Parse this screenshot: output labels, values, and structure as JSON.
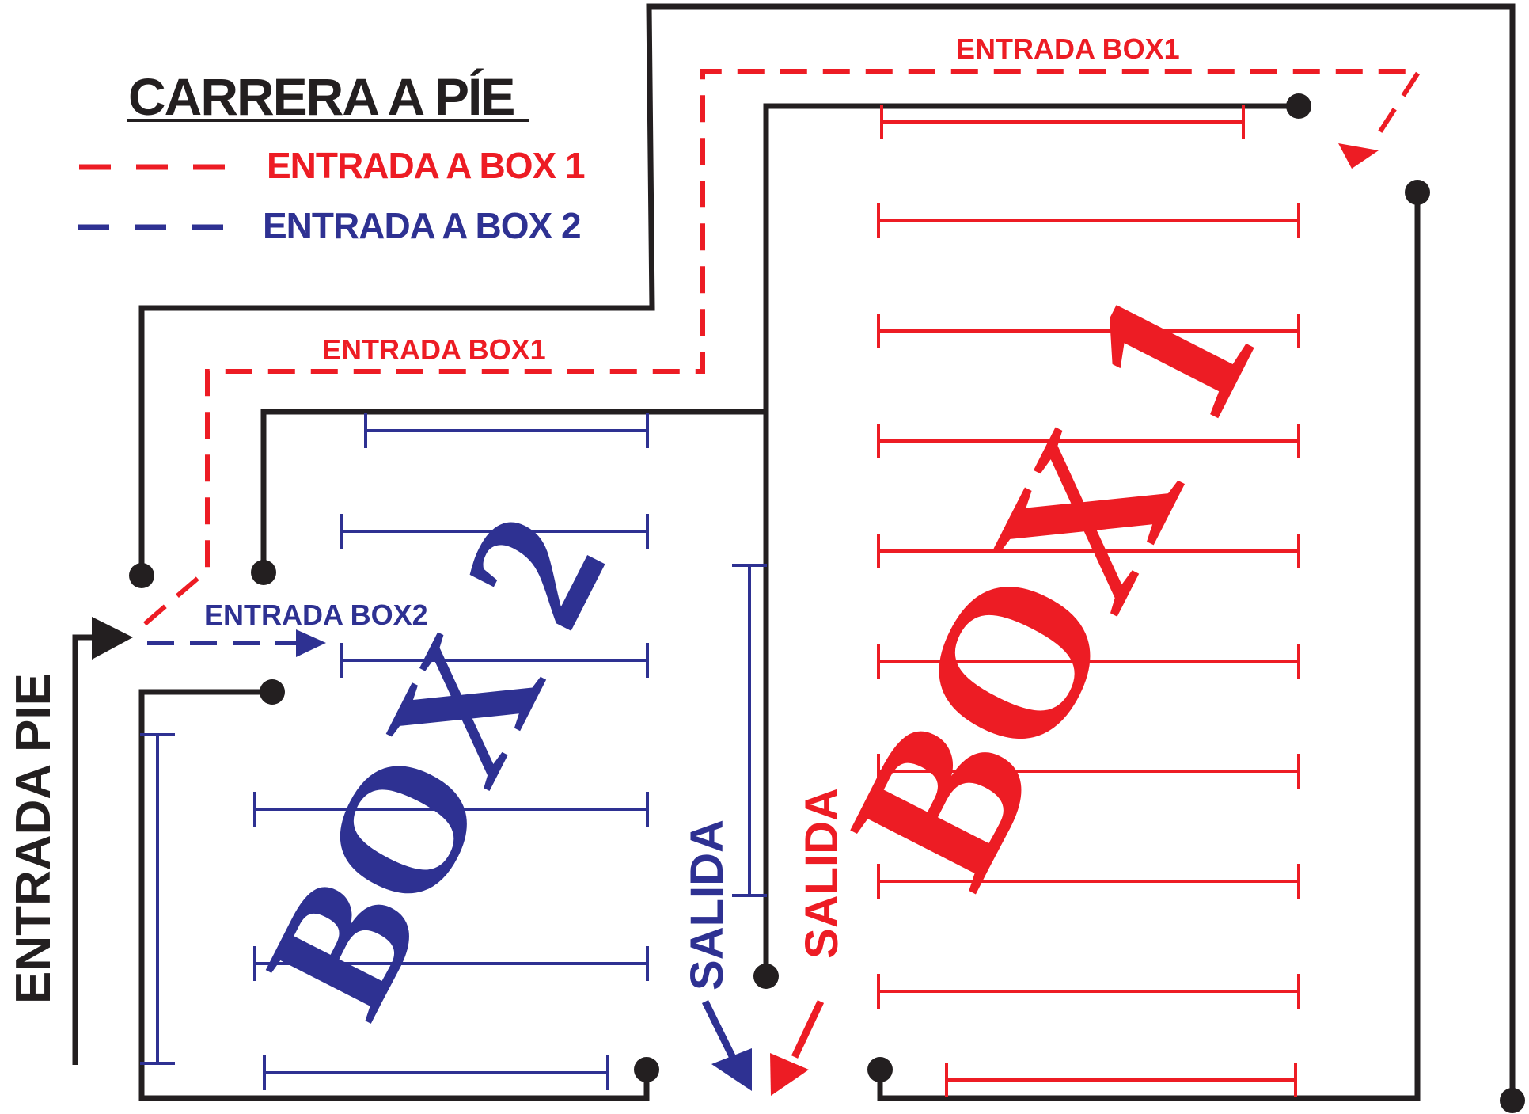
{
  "legend": {
    "title": "CARRERA A PÍE",
    "box1_entry_label": "ENTRADA A BOX 1",
    "box2_entry_label": "ENTRADA A BOX 2"
  },
  "labels": {
    "entrada_box1_top": "ENTRADA BOX1",
    "entrada_box1_mid": "ENTRADA BOX1",
    "entrada_box2": "ENTRADA BOX2",
    "entrada_pie": "ENTRADA PIE",
    "salida_box2": "SALIDA",
    "salida_box1": "SALIDA",
    "box1": "BOX 1",
    "box2": "BOX 2"
  },
  "colors": {
    "red": "#ed1c24",
    "blue": "#2e3192",
    "black": "#231f20"
  }
}
